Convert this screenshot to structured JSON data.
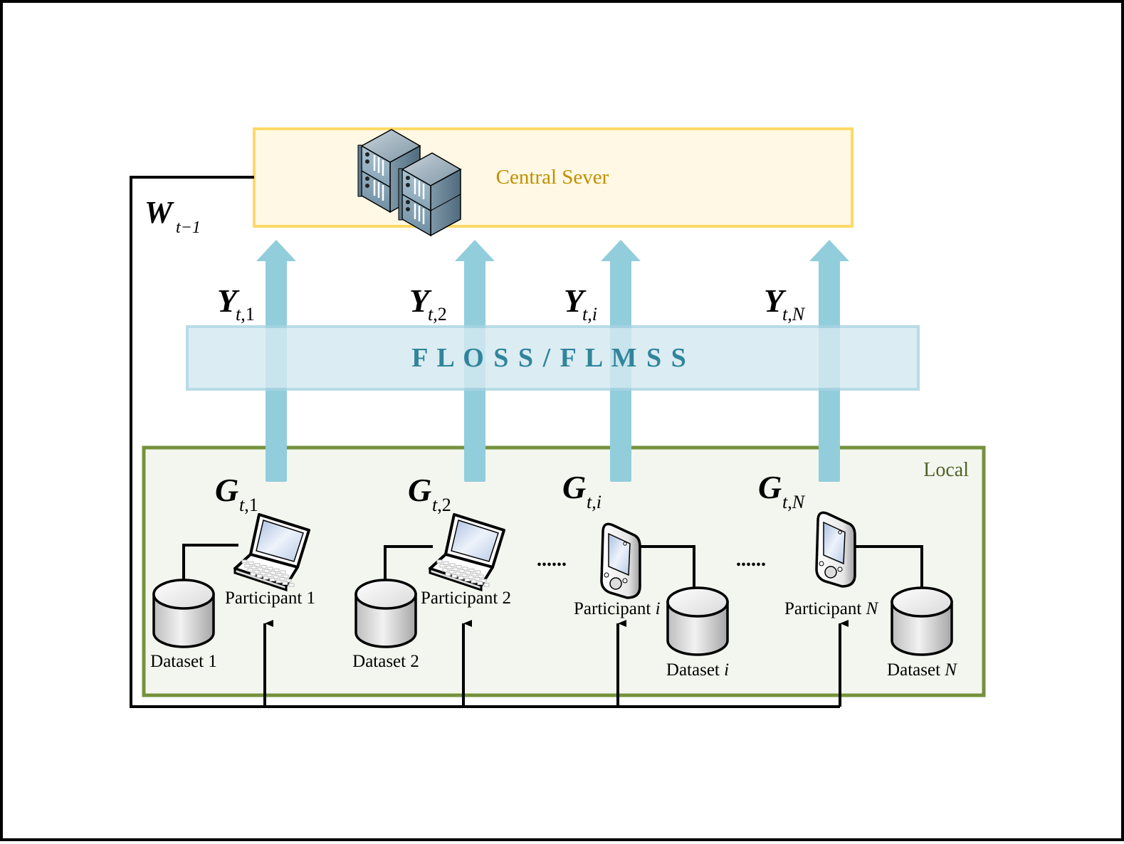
{
  "diagram": {
    "server": {
      "label": "Central Sever",
      "fill": "#fff8e4",
      "stroke": "#ffd966",
      "text_color": "#bf9000"
    },
    "feedback": {
      "symbol": "W",
      "subscript": "t−1"
    },
    "protocol_band": {
      "label": "F L O S S / F L M S S",
      "fill": "#d4eaf1",
      "stroke": "#a9d4e2",
      "text_color": "#31849b"
    },
    "arrow_color": "#92cddc",
    "local": {
      "label": "Local",
      "fill": "#f3f6ee",
      "stroke": "#76923c",
      "text_color": "#4f6228"
    },
    "uploads": [
      {
        "symbol": "Y",
        "sub_t": "t",
        "sub_idx": ",1"
      },
      {
        "symbol": "Y",
        "sub_t": "t",
        "sub_idx": ",2"
      },
      {
        "symbol": "Y",
        "sub_t": "t",
        "sub_idx": ",i"
      },
      {
        "symbol": "Y",
        "sub_t": "t",
        "sub_idx": ",N"
      }
    ],
    "participants": [
      {
        "grad_symbol": "G",
        "grad_sub_t": "t",
        "grad_sub_idx": ",1",
        "device": "laptop",
        "label": "Participant 1",
        "label_italic_suffix": "",
        "dataset": "Dataset 1",
        "dataset_italic_suffix": ""
      },
      {
        "grad_symbol": "G",
        "grad_sub_t": "t",
        "grad_sub_idx": ",2",
        "device": "laptop",
        "label": "Participant 2",
        "label_italic_suffix": "",
        "dataset": "Dataset 2",
        "dataset_italic_suffix": ""
      },
      {
        "grad_symbol": "G",
        "grad_sub_t": "t",
        "grad_sub_idx": ",i",
        "device": "pda",
        "label": "Participant ",
        "label_italic_suffix": "i",
        "dataset": "Dataset ",
        "dataset_italic_suffix": "i"
      },
      {
        "grad_symbol": "G",
        "grad_sub_t": "t",
        "grad_sub_idx": ",N",
        "device": "pda",
        "label": "Participant ",
        "label_italic_suffix": "N",
        "dataset": "Dataset ",
        "dataset_italic_suffix": "N"
      }
    ],
    "ellipsis": "......"
  }
}
